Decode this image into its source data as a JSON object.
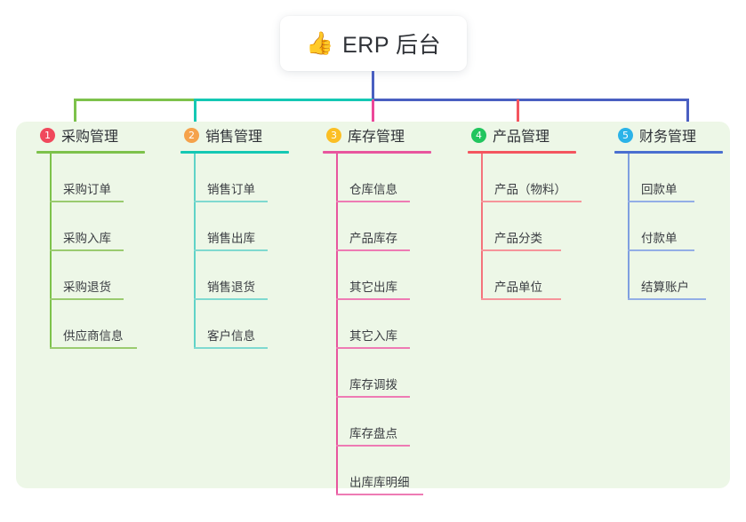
{
  "root": {
    "emoji": "👍",
    "emoji_name": "thumbs-up-icon",
    "title": "ERP 后台"
  },
  "theme": {
    "panel_bg": "#edf7e7",
    "page_bg": "#ffffff",
    "text": "#2f3237",
    "root_stem": "#4a5fc1"
  },
  "connector": {
    "segments": [
      {
        "name": "green",
        "color": "#7dc24b"
      },
      {
        "name": "teal",
        "color": "#14c8b4"
      },
      {
        "name": "blue",
        "color": "#4a5fc1"
      }
    ],
    "stubs": [
      {
        "name": "stub-col2",
        "color": "#14c8b4"
      },
      {
        "name": "stub-col3",
        "color": "#ec4899"
      },
      {
        "name": "stub-col4",
        "color": "#f4555f"
      },
      {
        "name": "stub-col5",
        "color": "#4a5fc1"
      }
    ]
  },
  "columns": [
    {
      "index": "1",
      "badge_color": "#f0495c",
      "line_color": "#7dc24b",
      "title": "采购管理",
      "items": [
        {
          "label": "采购订单"
        },
        {
          "label": "采购入库"
        },
        {
          "label": "采购退货"
        },
        {
          "label": "供应商信息"
        }
      ]
    },
    {
      "index": "2",
      "badge_color": "#f5a24b",
      "line_color": "#3cc8bc",
      "title": "销售管理",
      "items": [
        {
          "label": "销售订单"
        },
        {
          "label": "销售出库"
        },
        {
          "label": "销售退货"
        },
        {
          "label": "客户信息"
        }
      ]
    },
    {
      "index": "3",
      "badge_color": "#fbbf24",
      "line_color": "#e8559e",
      "title": "库存管理",
      "items": [
        {
          "label": "仓库信息"
        },
        {
          "label": "产品库存"
        },
        {
          "label": "其它出库"
        },
        {
          "label": "其它入库"
        },
        {
          "label": "库存调拨"
        },
        {
          "label": "库存盘点"
        },
        {
          "label": "出库库明细"
        }
      ]
    },
    {
      "index": "4",
      "badge_color": "#22c55e",
      "line_color": "#f4737b",
      "title": "产品管理",
      "items": [
        {
          "label": "产品（物料）"
        },
        {
          "label": "产品分类"
        },
        {
          "label": "产品单位"
        }
      ]
    },
    {
      "index": "5",
      "badge_color": "#2bb3e8",
      "line_color": "#7f9fe0",
      "title": "财务管理",
      "items": [
        {
          "label": "回款单"
        },
        {
          "label": "付款单"
        },
        {
          "label": "结算账户"
        }
      ]
    }
  ]
}
